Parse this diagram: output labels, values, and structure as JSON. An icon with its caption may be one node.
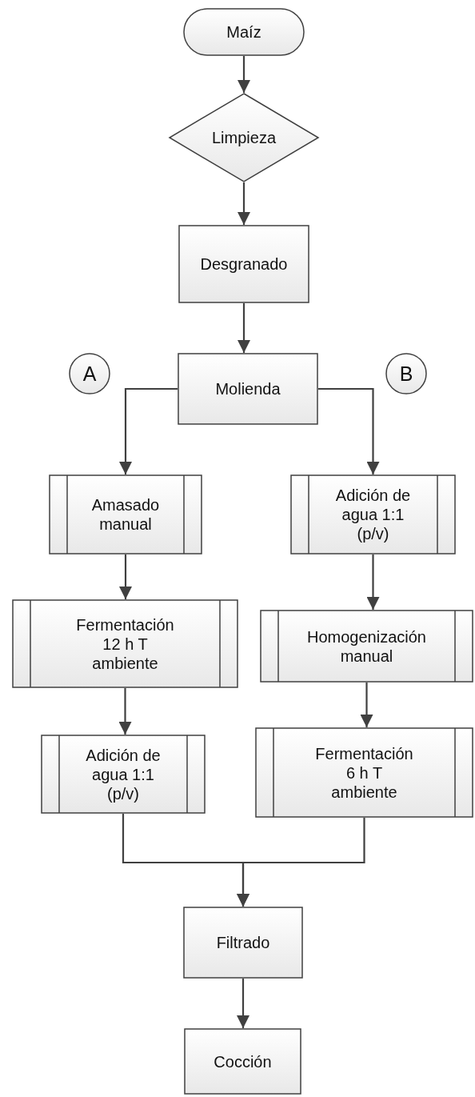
{
  "diagram": {
    "nodes": [
      {
        "text": [
          "Maíz"
        ]
      },
      {
        "text": [
          "Limpieza"
        ]
      },
      {
        "text": [
          "Desgranado"
        ]
      },
      {
        "text": [
          "Molienda"
        ]
      },
      {
        "text": [
          "A"
        ]
      },
      {
        "text": [
          "B"
        ]
      },
      {
        "text": [
          "Amasado manual"
        ]
      },
      {
        "text": [
          "Adición de agua 1:1 (p/v)"
        ]
      },
      {
        "text": [
          "Fermentación 12 h T ambiente"
        ]
      },
      {
        "text": [
          "Homogenización manual"
        ]
      },
      {
        "text": [
          "Adición de agua 1:1 (p/v)"
        ]
      },
      {
        "text": [
          "Fermentación 6 h T ambiente"
        ]
      },
      {
        "text": [
          "Filtrado"
        ]
      },
      {
        "text": [
          "Cocción"
        ]
      }
    ],
    "edges": [
      {
        "from": 0,
        "to": 1,
        "arrow": "to"
      },
      {
        "from": 1,
        "to": 2,
        "arrow": "to"
      },
      {
        "from": 2,
        "to": 3,
        "arrow": "to"
      },
      {
        "from": 3,
        "to": 6,
        "arrow": "to"
      },
      {
        "from": 3,
        "to": 7,
        "arrow": "to"
      },
      {
        "from": 6,
        "to": 8,
        "arrow": "to"
      },
      {
        "from": 8,
        "to": 10,
        "arrow": "to"
      },
      {
        "from": 7,
        "to": 9,
        "arrow": "to"
      },
      {
        "from": 9,
        "to": 11,
        "arrow": "to"
      },
      {
        "from": 10,
        "to": 12,
        "arrow": "to"
      },
      {
        "from": 11,
        "to": 12,
        "arrow": "to"
      },
      {
        "from": 12,
        "to": 13,
        "arrow": "to"
      }
    ]
  }
}
